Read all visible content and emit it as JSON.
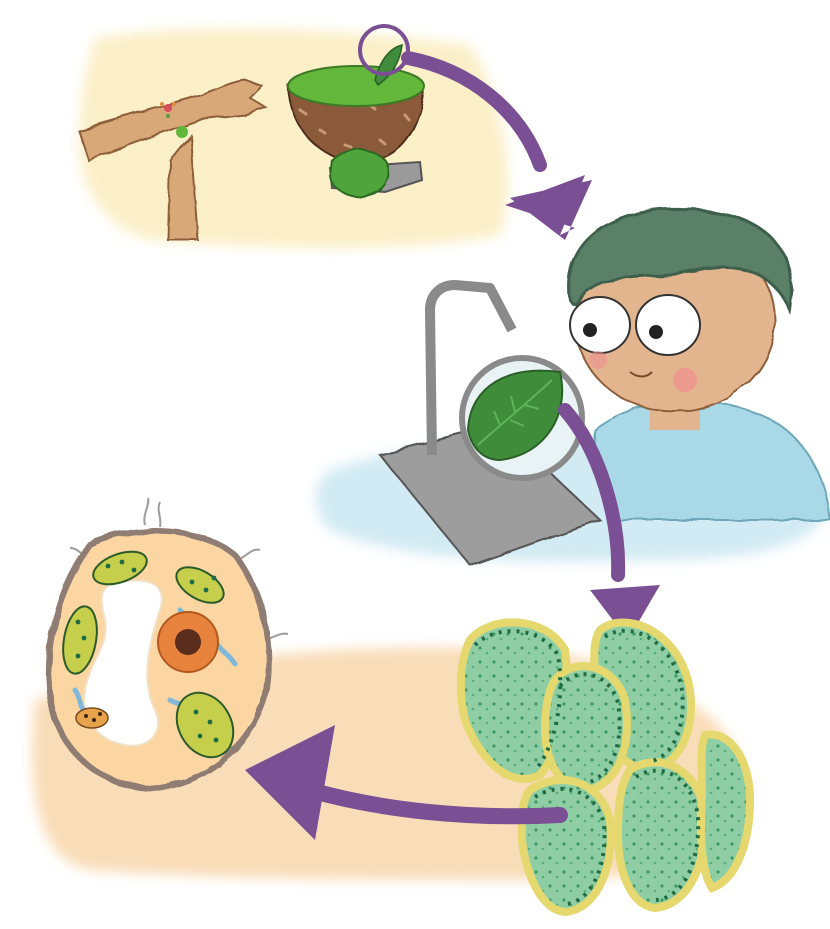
{
  "diagram": {
    "steps": [
      {
        "id": "crushed-leaf-paste",
        "icon": "mortar-with-leaf-paste-icon"
      },
      {
        "id": "magnifier-observation",
        "icon": "magnifying-glass-leaf-icon"
      },
      {
        "id": "leaf-cells",
        "icon": "leaf-cells-cluster-icon"
      },
      {
        "id": "single-plant-cell",
        "icon": "plant-cell-icon"
      }
    ],
    "arrows": 3
  },
  "colors": {
    "arrow": "#7b4f93",
    "leaf_green": "#3f8c3a",
    "paste_green": "#63b83c",
    "cell_fill": "#8fcea5",
    "cell_dots": "#1f6b43",
    "cell_wall": "#e4d86e",
    "skin": "#d8a878",
    "hair": "#5a8067",
    "shirt": "#a9d9e6",
    "yellow_wash": "#fbeec2",
    "blue_wash": "#cde8f2",
    "orange_wash": "#f8d7ac",
    "nucleus": "#e7833c",
    "chloroplast": "#c6cf4c"
  }
}
